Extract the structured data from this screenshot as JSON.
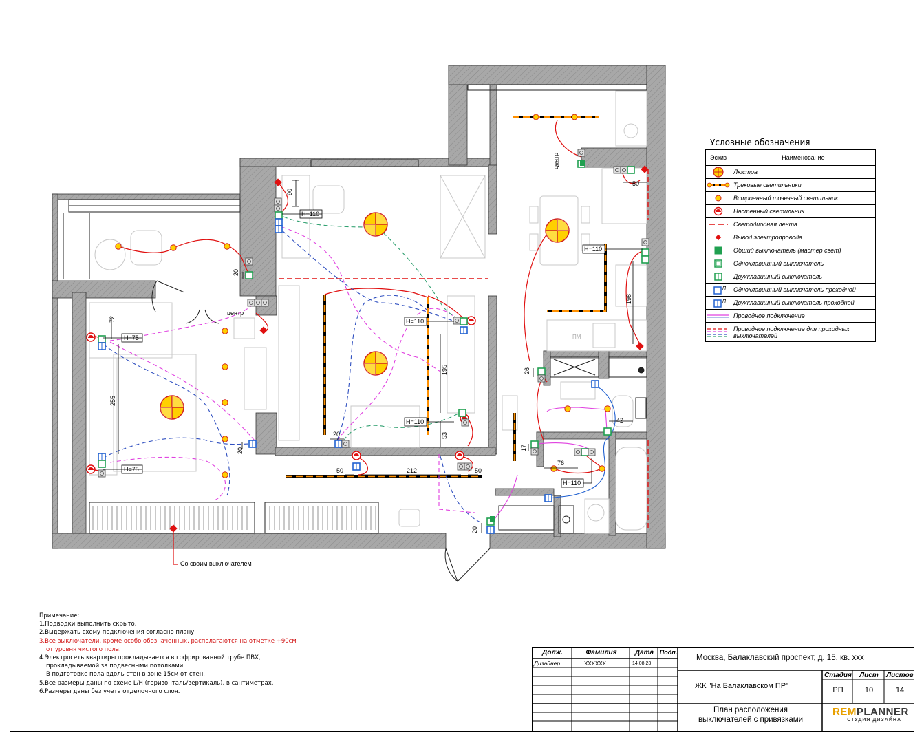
{
  "legend": {
    "title": "Условные обозначения",
    "col_sketch": "Эскиз",
    "col_name": "Наименование",
    "items": [
      {
        "icon": "chandelier-icon",
        "label": "Люстра"
      },
      {
        "icon": "track-light-icon",
        "label": "Трековые светильники"
      },
      {
        "icon": "spot-light-icon",
        "label": "Встроенный точечный светильник"
      },
      {
        "icon": "wall-light-icon",
        "label": "Настенный светильник"
      },
      {
        "icon": "led-strip-icon",
        "label": "Светодиодная лента"
      },
      {
        "icon": "wire-output-icon",
        "label": "Вывод электропровода"
      },
      {
        "icon": "master-switch-icon",
        "label": "Общий выключатель (мастер свет)"
      },
      {
        "icon": "single-switch-icon",
        "label": "Одноклавишный выключатель"
      },
      {
        "icon": "double-switch-icon",
        "label": "Двухклавишный выключатель"
      },
      {
        "icon": "single-pass-switch-icon",
        "label": "Одноклавишный выключатель проходной",
        "mark": "П"
      },
      {
        "icon": "double-pass-switch-icon",
        "label": "Двухклавишный выключатель проходной",
        "mark": "П"
      },
      {
        "icon": "wire-connection-icon",
        "label": "Проводное подключение"
      },
      {
        "icon": "pass-wire-connection-icon",
        "label": "Проводное подключение для проходных выключателей"
      }
    ]
  },
  "plan": {
    "dims": {
      "d90": "90",
      "d50a": "50",
      "d20a": "20",
      "d72": "72",
      "d255": "255",
      "d20b": "20",
      "d195": "195",
      "d53": "53",
      "d20c": "20",
      "d50b": "50",
      "d212": "212",
      "d50c": "50",
      "d198": "198",
      "d26": "26",
      "d42": "42",
      "d17": "17",
      "d76": "76",
      "d20d": "20"
    },
    "heights": {
      "h1": "H=110",
      "h2": "H=75",
      "h3": "H=75",
      "h4": "H=110",
      "h5": "H=110",
      "h6": "H=110",
      "h7": "H=110"
    },
    "labels": {
      "center1": "центр",
      "center2": "центр",
      "pm": "ПМ",
      "own_switch": "Со своим выключателем"
    }
  },
  "notes": {
    "heading": "Примечание:",
    "n1": "1.Подводки выполнить скрыто.",
    "n2": "2.Выдержать схему подключения согласно плану.",
    "n3a": "3.Все выключатели, кроме особо обозначенных, располагаются на отметке +90см",
    "n3b": "от уровня чистого пола.",
    "n4a": "4.Электросеть квартиры прокладывается в гофрированной трубе ПВХ,",
    "n4b": "прокладываемой за подвесными потолками.",
    "n4c": "В подготовке пола вдоль стен в зоне 15см от стен.",
    "n5": "5.Все размеры даны по схеме L/H  (горизонталь/вертикаль), в сантиметрах.",
    "n6": "6.Размеры даны без учета отделочного слоя."
  },
  "title_block": {
    "col_role": "Долж.",
    "col_surname": "Фамилия",
    "col_date": "Дата",
    "col_sign": "Подп.",
    "role": "Дизайнер",
    "surname": "XXXXXX",
    "date": "14.08.23",
    "address": "Москва, Балаклавский проспект, д. 15,  кв. xxx",
    "complex": "ЖК \"На Балаклавском ПР\"",
    "stage_label": "Стадия",
    "sheet_label": "Лист",
    "sheets_label": "Листов",
    "stage": "РП",
    "sheet": "10",
    "sheets": "14",
    "drawing_title_1": "План расположения",
    "drawing_title_2": "выключателей с привязками",
    "brand_a": "REM",
    "brand_b": "PLANNER",
    "brand_sub": "СТУДИЯ ДИЗАЙНА"
  },
  "colors": {
    "wall": "#a0a0a0",
    "wire_red": "#e01010",
    "wire_magenta": "#e040e0",
    "wire_green": "#30a070",
    "wire_blue": "#3050c0",
    "lamp_yellow": "#ffd000",
    "track_orange": "#ff9000",
    "switch_green": "#20a050",
    "switch_blue": "#2060d0"
  }
}
